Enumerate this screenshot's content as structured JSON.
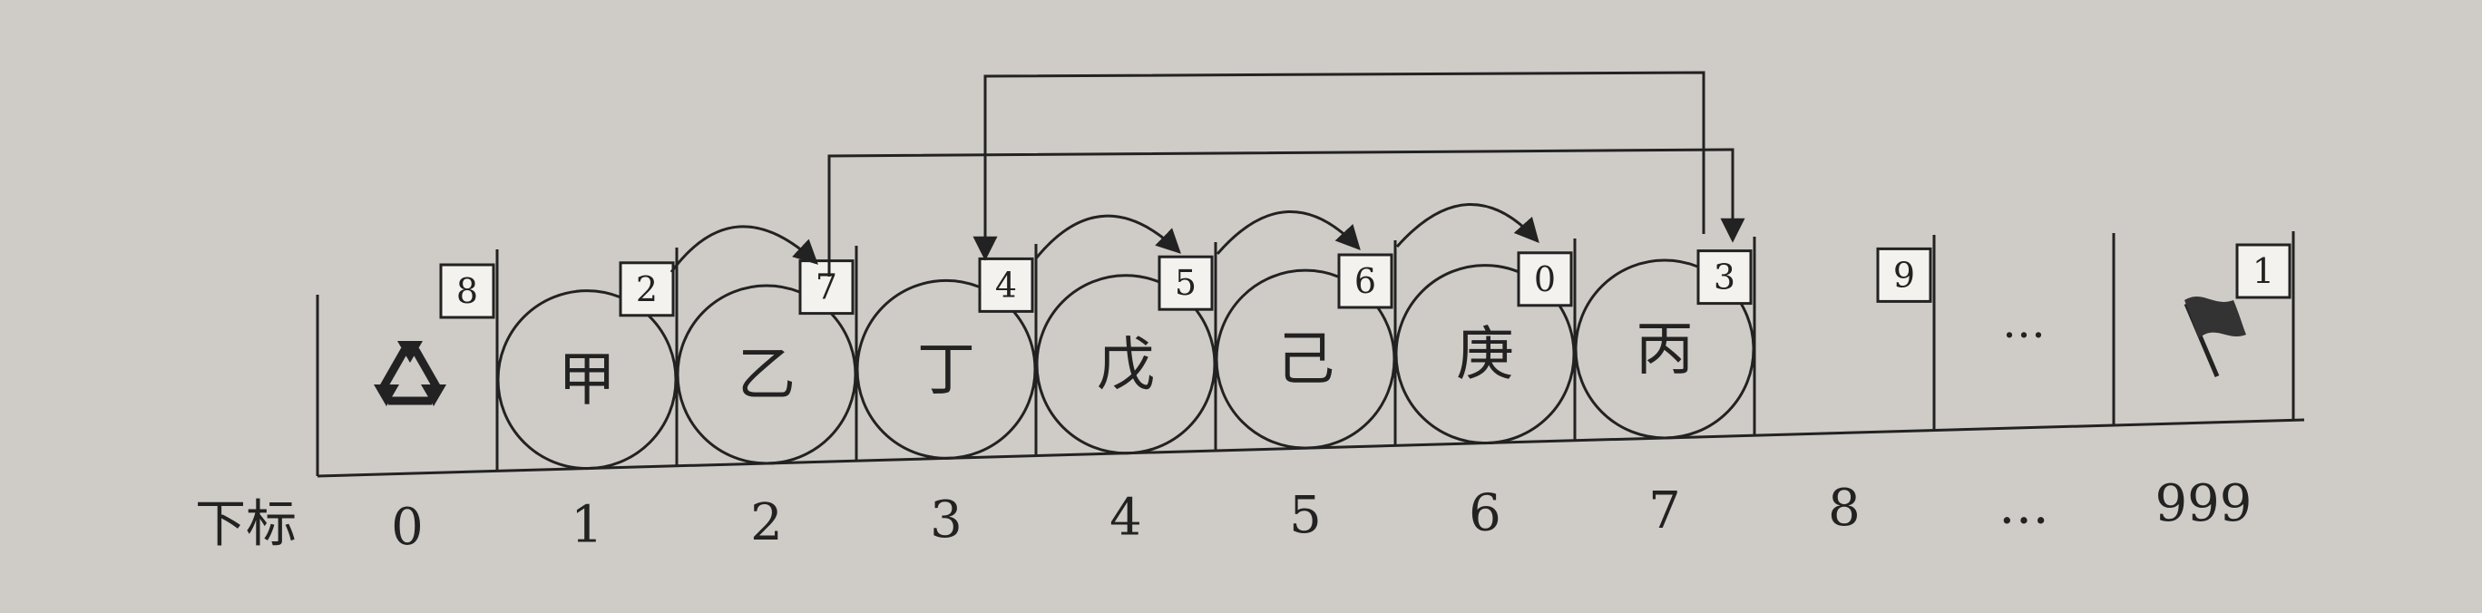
{
  "index_label": "下标",
  "cells": [
    {
      "index": "0",
      "content": "",
      "icon": "recycle-icon",
      "cursor": "8"
    },
    {
      "index": "1",
      "content": "甲",
      "cursor": "2"
    },
    {
      "index": "2",
      "content": "乙",
      "cursor": "7"
    },
    {
      "index": "3",
      "content": "丁",
      "cursor": "4"
    },
    {
      "index": "4",
      "content": "戊",
      "cursor": "5"
    },
    {
      "index": "5",
      "content": "己",
      "cursor": "6"
    },
    {
      "index": "6",
      "content": "庚",
      "cursor": "0"
    },
    {
      "index": "7",
      "content": "丙",
      "cursor": "3"
    },
    {
      "index": "8",
      "content": "",
      "cursor": "9"
    },
    {
      "index": "…",
      "content": "…",
      "cursor": ""
    },
    {
      "index": "999",
      "content": "",
      "icon": "flag-icon",
      "cursor": "1"
    }
  ],
  "colors": {
    "background": "#cfcbc6",
    "ink": "#222222"
  }
}
